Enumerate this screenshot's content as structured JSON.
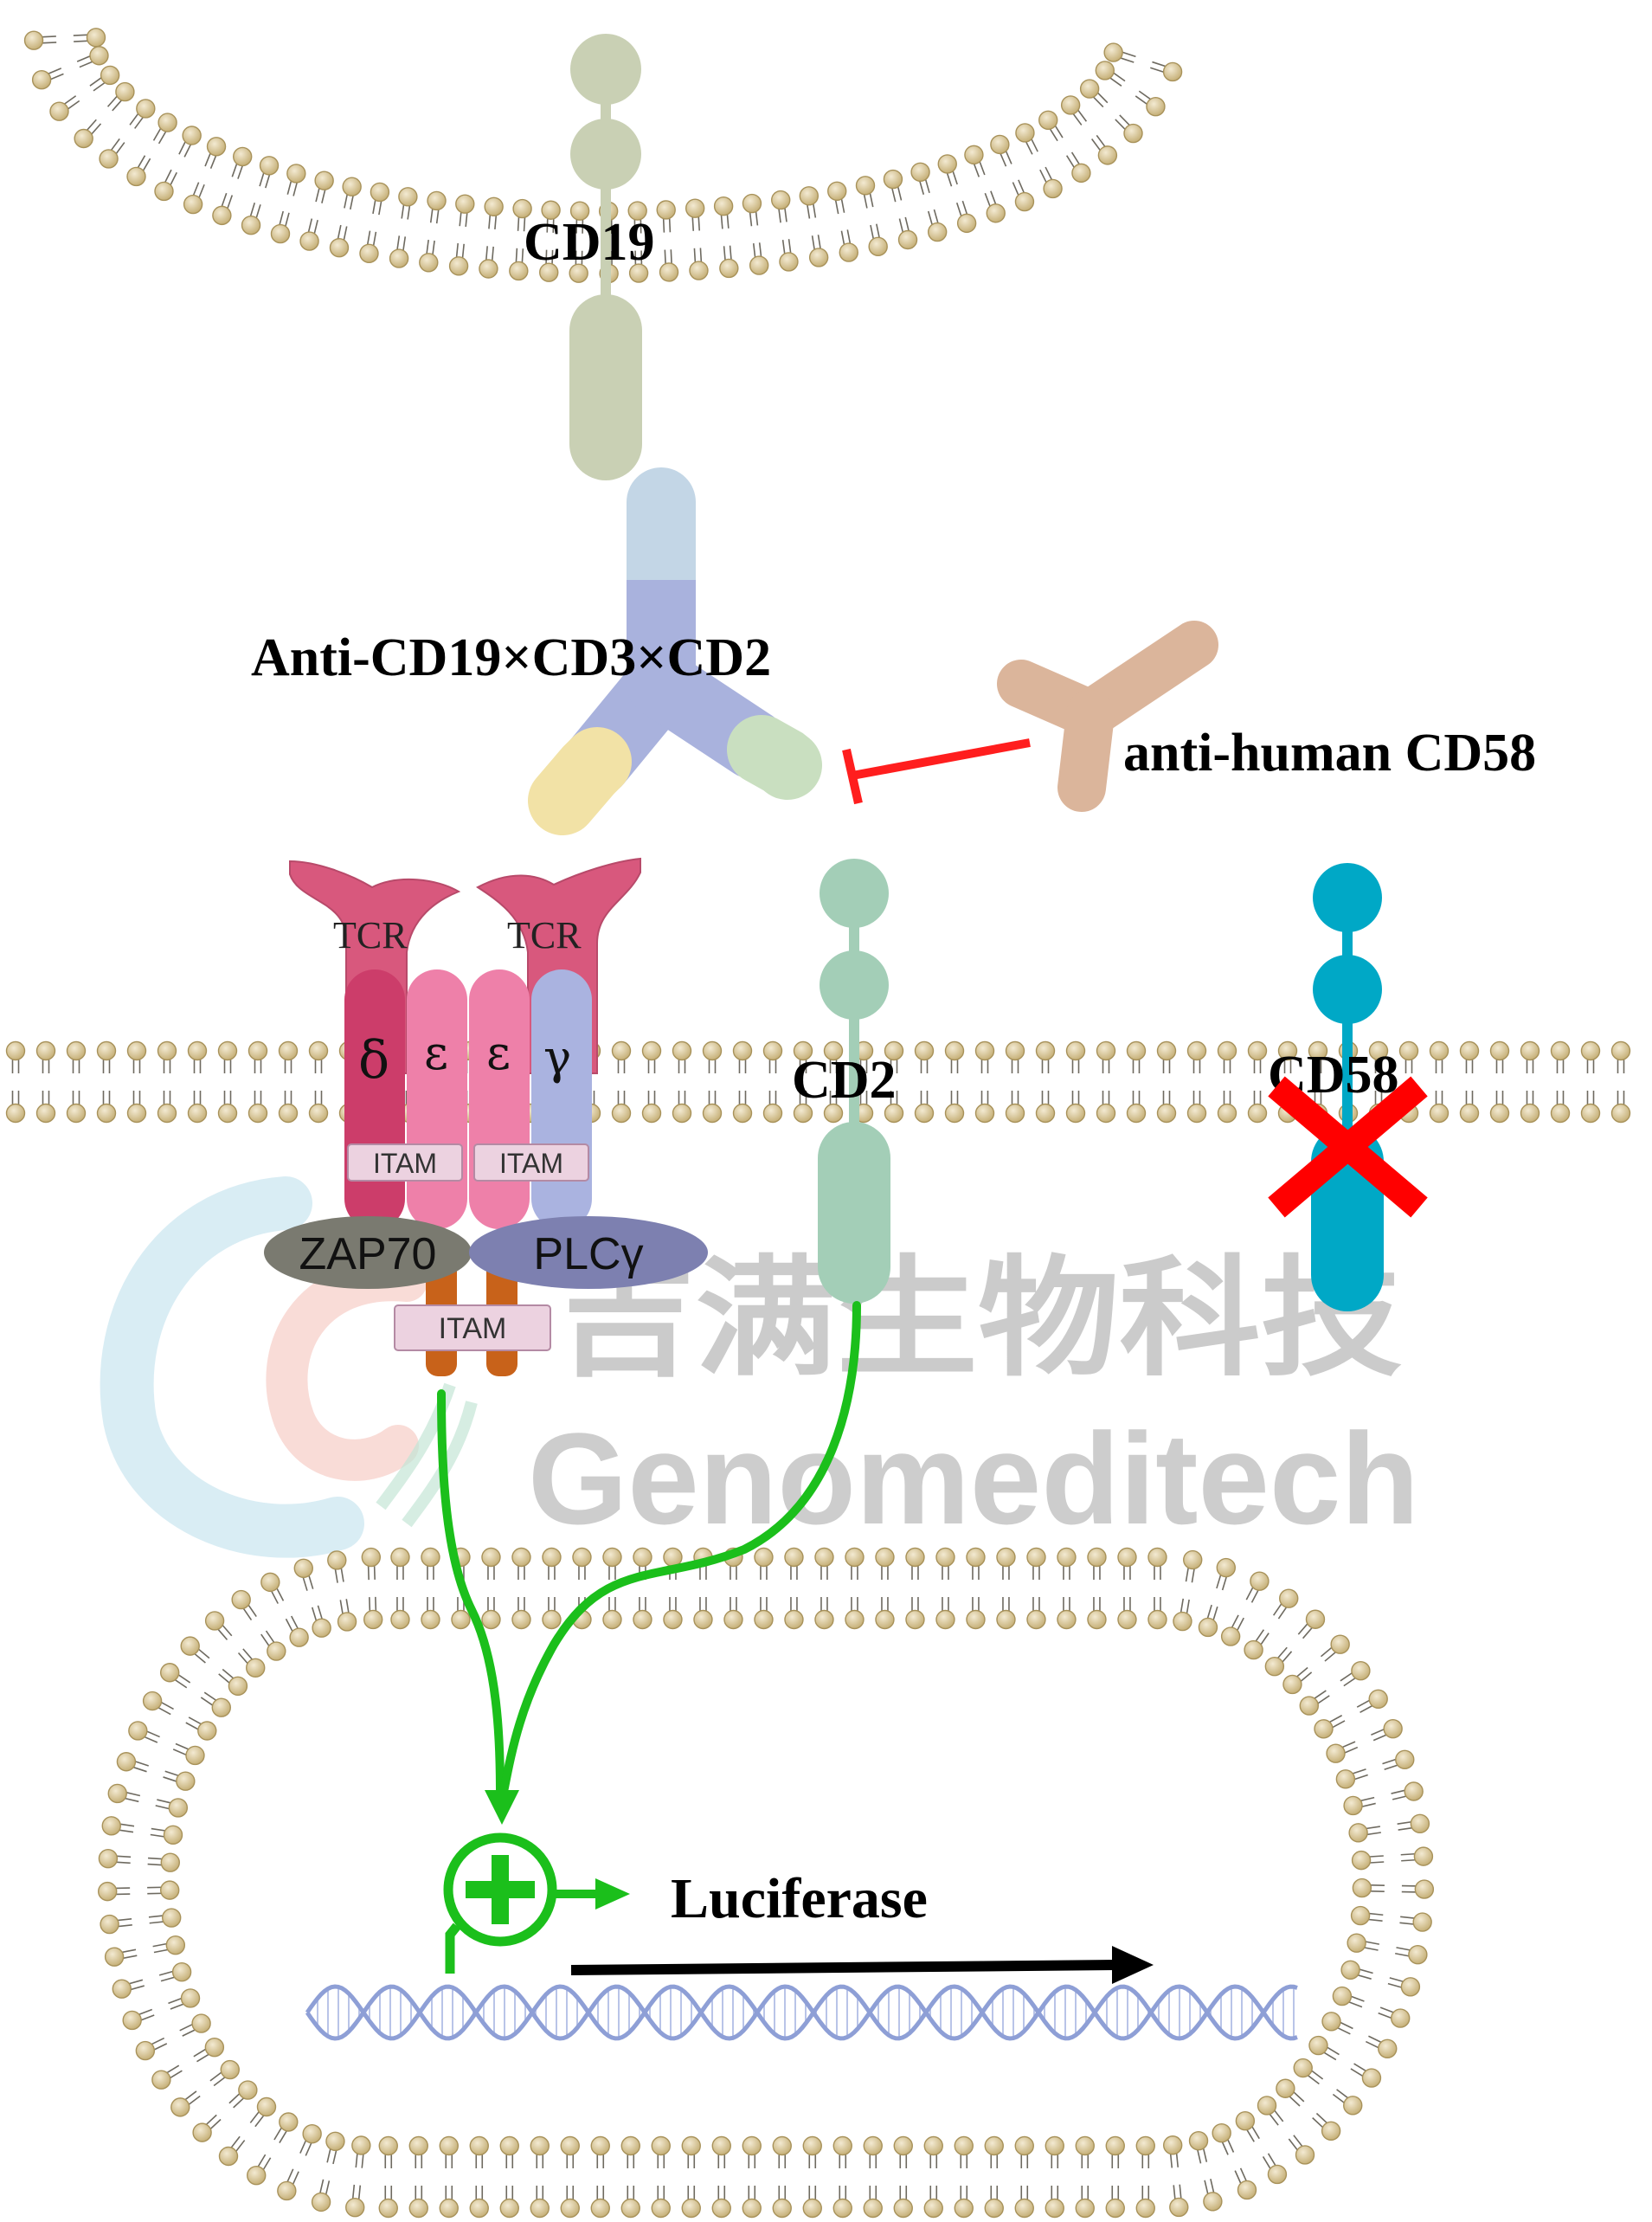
{
  "labels": {
    "cd19": "CD19",
    "bispecific": "Anti-CD19×CD3×CD2",
    "anti_cd58": "anti-human CD58",
    "cd2": "CD2",
    "cd58": "CD58",
    "tcr_left": "TCR",
    "tcr_right": "TCR",
    "delta": "δ",
    "epsilon_left": "ε",
    "epsilon_right": "ε",
    "gamma": "γ",
    "itam_left": "ITAM",
    "itam_right": "ITAM",
    "itam_zeta": "ITAM",
    "zap70": "ZAP70",
    "plcg": "PLCγ",
    "luciferase": "Luciferase"
  },
  "watermark": {
    "chinese": "吉满生物科技",
    "english": "Genomeditech"
  },
  "colors": {
    "lipid_head": "#d9c89a",
    "cd19": "#c9d0b4",
    "antibody_top": "#c3d6e6",
    "antibody_core": "#a9b2dd",
    "antibody_left_tip": "#f2e2a6",
    "antibody_right_tip": "#c9dfc0",
    "anti_cd58_antibody": "#dbb59b",
    "inhibition": "#ff1e1e",
    "tcr": "#d8587d",
    "delta": "#cc3d6a",
    "epsilon": "#ee80a9",
    "gamma": "#aab3e0",
    "zap70": "#7a7a70",
    "plcg": "#7d80b0",
    "zeta": "#c8621a",
    "cd2": "#a3ceb7",
    "cd58": "#00a8c6",
    "cross": "#ff0000",
    "signal": "#1bbf1b",
    "dna": "#8e9fd6"
  },
  "icons": {
    "promoter": "promoter-plus-icon",
    "blocked": "red-cross-icon"
  }
}
